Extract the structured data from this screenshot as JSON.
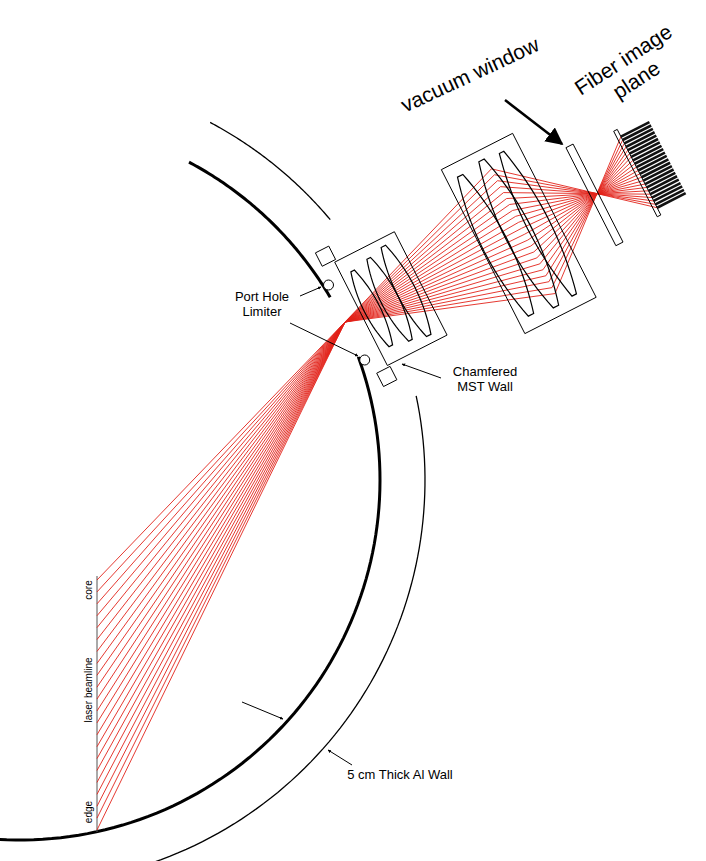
{
  "diagram": {
    "labels": [
      "Fiber image plane",
      "vacuum window",
      "Port Hole Limiter",
      "Chamfered MST Wall",
      "5 cm Thick Al Wall",
      "core",
      "laser beamline",
      "edge"
    ]
  }
}
